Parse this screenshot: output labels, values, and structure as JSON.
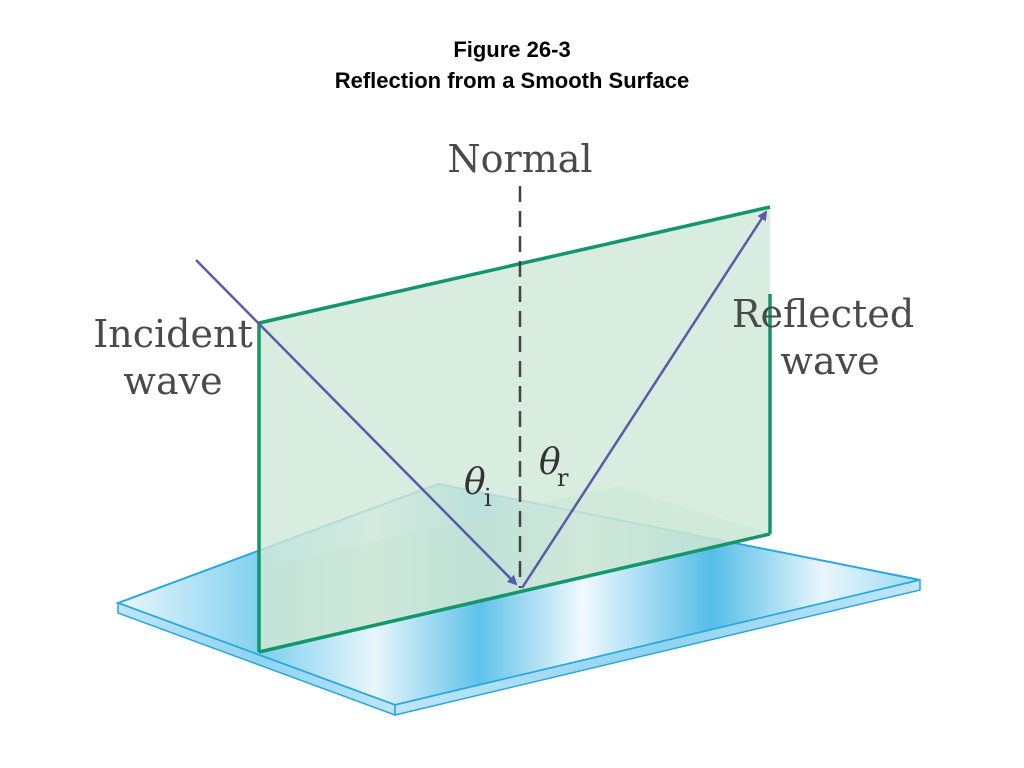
{
  "figure": {
    "number": "Figure 26-3",
    "title": "Reflection from a Smooth Surface"
  },
  "labels": {
    "normal": "Normal",
    "incident_line1": "Incident",
    "incident_line2": "wave",
    "reflected_line1": "Reflected",
    "reflected_line2": "wave",
    "theta_symbol": "θ",
    "incident_subscript": "i",
    "reflected_subscript": "r"
  },
  "colors": {
    "plane_edge": "#12966a",
    "plane_fill": "#cfe8d8",
    "surface": "#5bc3ea",
    "surface_edge": "#2aa7dd",
    "ray": "#5a5aa8",
    "normal_line": "#444444",
    "label_text": "#4a4a4a"
  }
}
